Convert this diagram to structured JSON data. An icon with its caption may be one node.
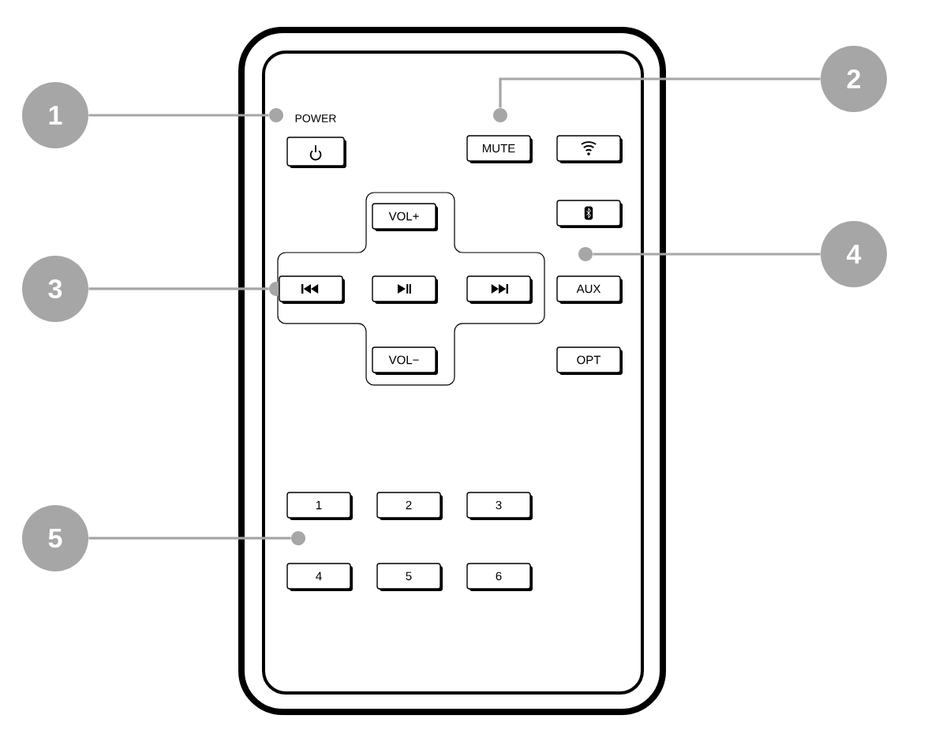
{
  "diagram": {
    "nodes": [
      {
        "text": [
          "1"
        ]
      },
      {
        "text": [
          "2"
        ]
      },
      {
        "text": [
          "3"
        ]
      },
      {
        "text": [
          "4"
        ]
      },
      {
        "text": [
          "5"
        ]
      },
      {
        "text": [],
        "shape": "circle"
      },
      {
        "text": [],
        "shape": "circle"
      },
      {
        "text": [],
        "shape": "circle"
      },
      {
        "text": [],
        "shape": "circle"
      },
      {
        "text": [],
        "shape": "circle"
      },
      {
        "text": [
          "POWER"
        ]
      },
      {
        "text": [
          "MUTE"
        ]
      },
      {
        "text": [],
        "shape": "box"
      },
      {
        "text": [
          "VOL+"
        ]
      },
      {
        "text": [],
        "shape": "box"
      },
      {
        "text": [],
        "shape": "box"
      },
      {
        "text": [],
        "shape": "box"
      },
      {
        "text": [],
        "shape": "box"
      },
      {
        "text": [
          "AUX"
        ]
      },
      {
        "text": [
          "VOL−"
        ]
      },
      {
        "text": [
          "OPT"
        ]
      },
      {
        "text": [
          "1"
        ]
      },
      {
        "text": [
          "2"
        ]
      },
      {
        "text": [
          "3"
        ]
      },
      {
        "text": [
          "4"
        ]
      },
      {
        "text": [
          "5"
        ]
      },
      {
        "text": [
          "6"
        ]
      }
    ],
    "edges": [
      {
        "from": 0,
        "to": 5,
        "arrow": "none"
      },
      {
        "from": 1,
        "to": 6,
        "arrow": "none"
      },
      {
        "from": 2,
        "to": 7,
        "arrow": "none"
      },
      {
        "from": 3,
        "to": 8,
        "arrow": "none"
      },
      {
        "from": 4,
        "to": 9,
        "arrow": "none"
      }
    ]
  }
}
